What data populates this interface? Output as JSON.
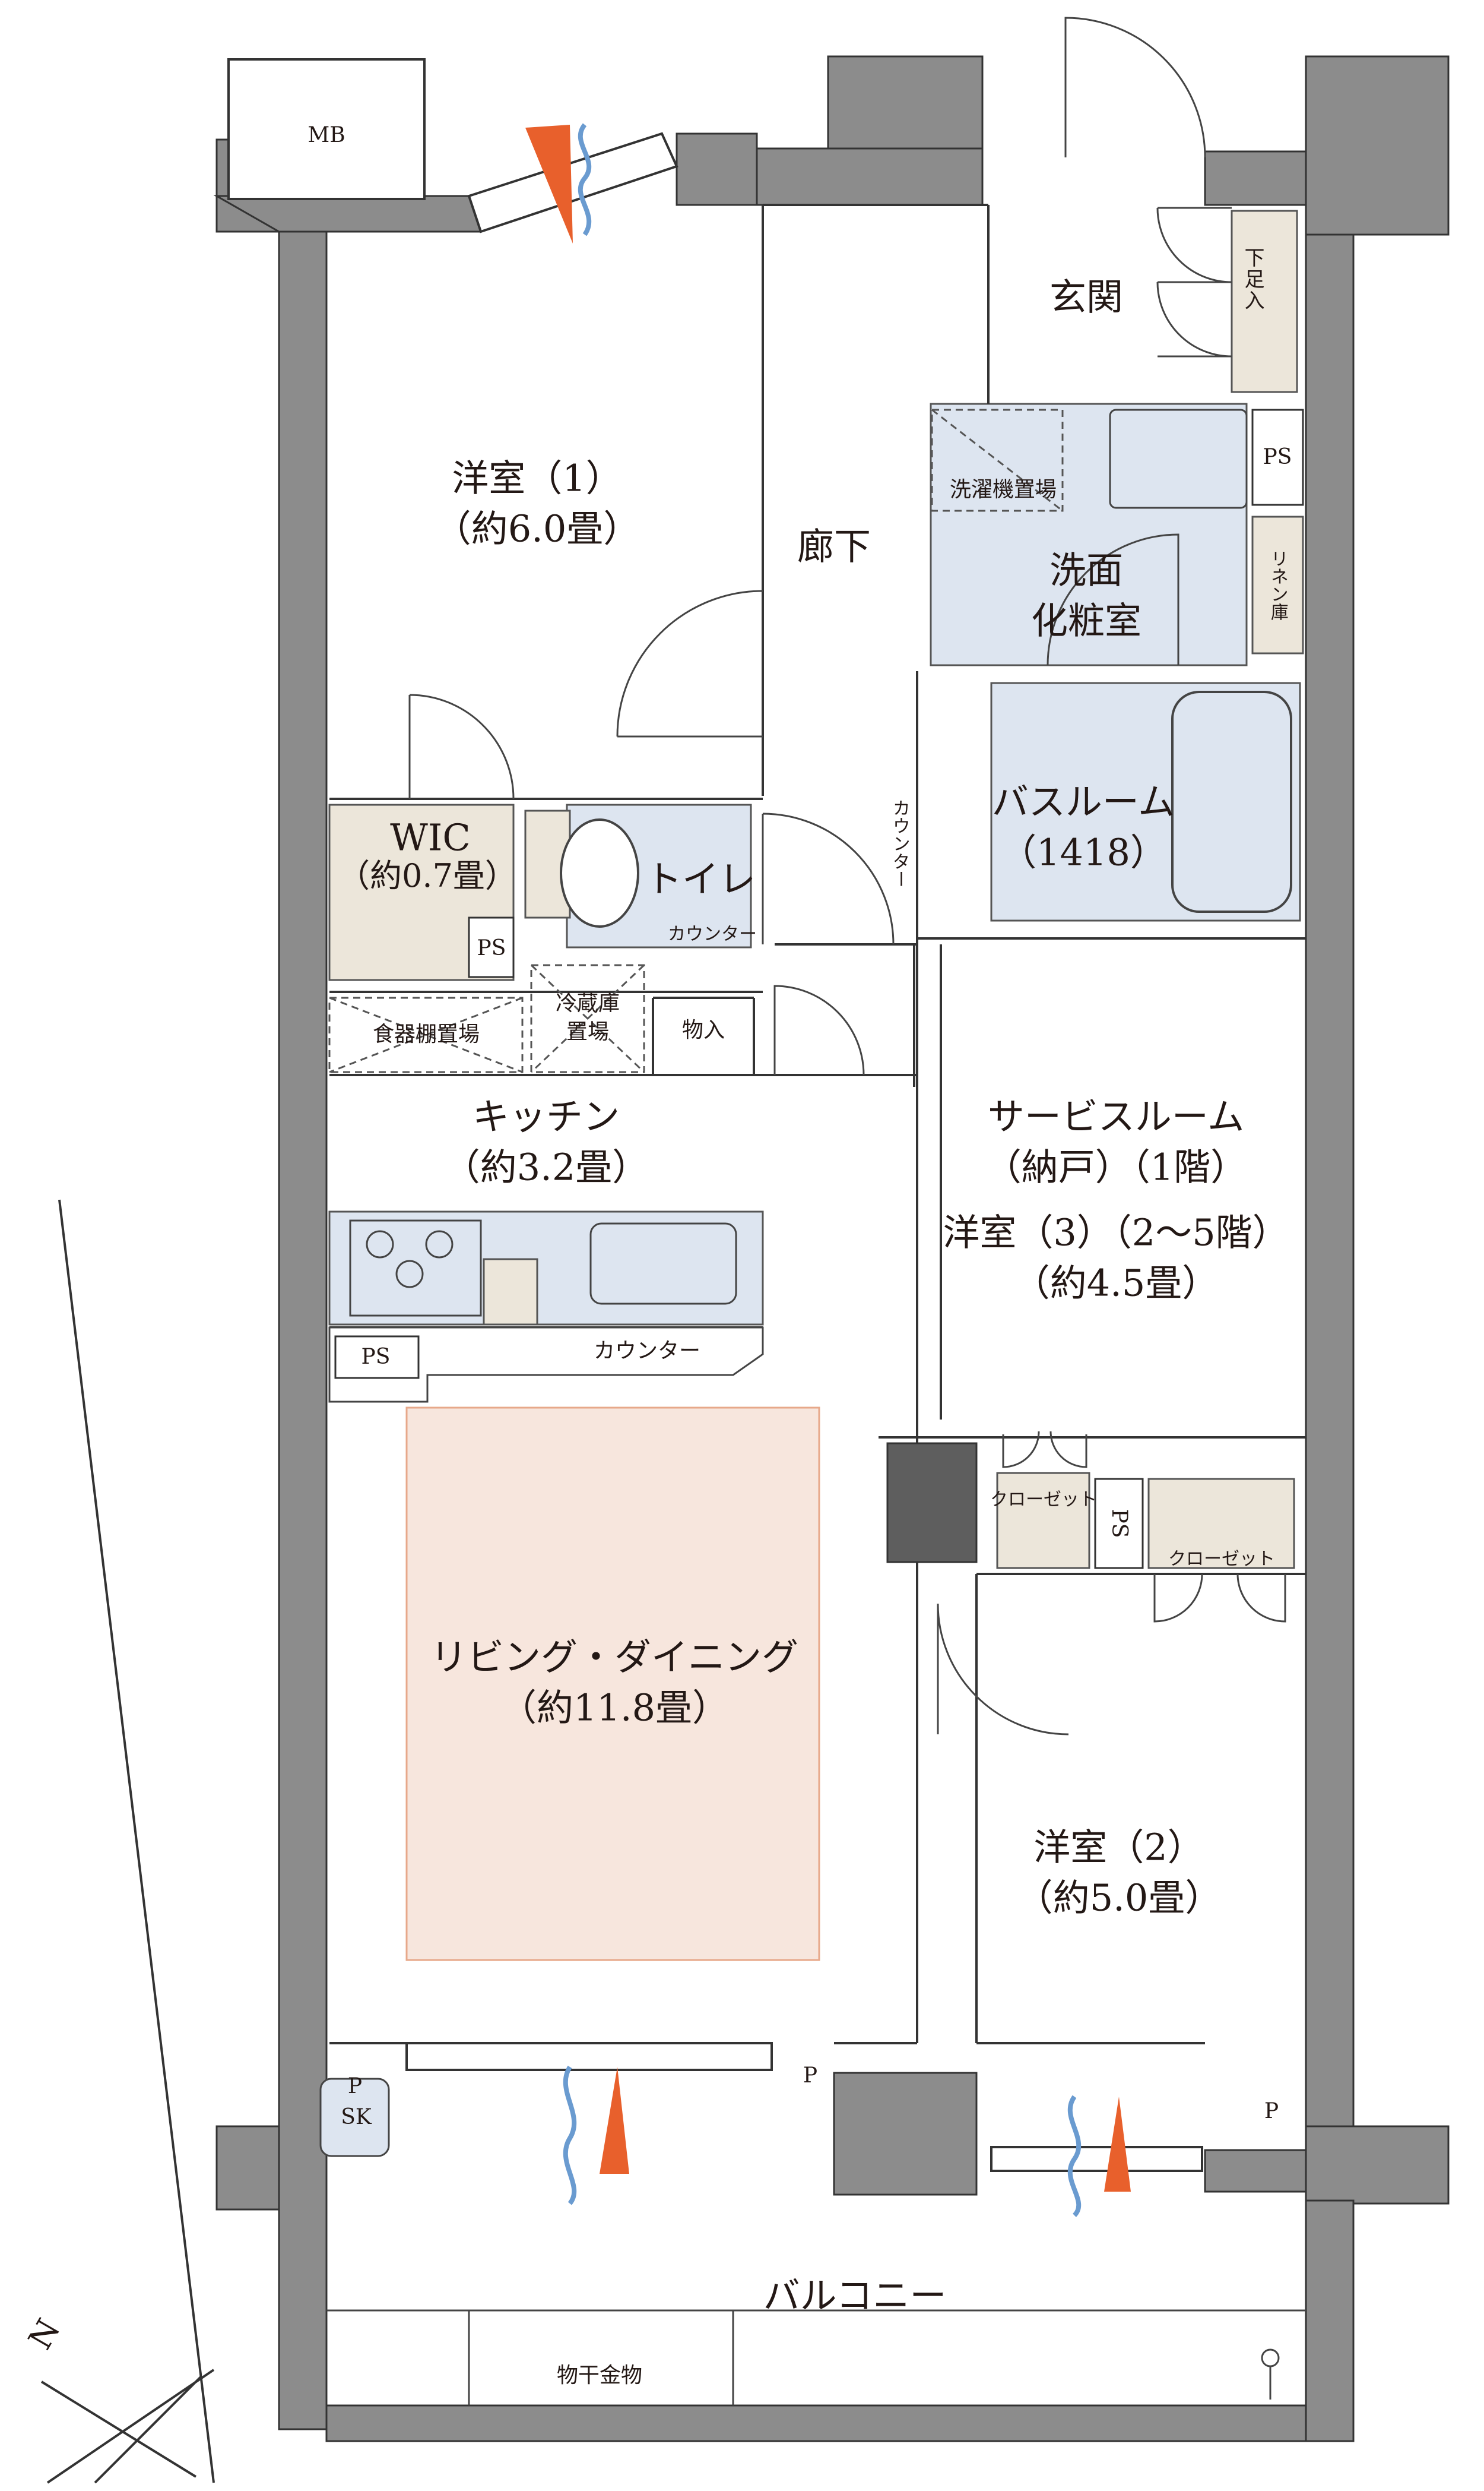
{
  "rooms": {
    "western1": {
      "name": "洋室（1）",
      "size": "（約6.0畳）"
    },
    "corridor": "廊下",
    "entrance": "玄関",
    "shoe_box": "下足入",
    "washroom": {
      "line1": "洗面",
      "line2": "化粧室"
    },
    "linen": "リネン庫",
    "washer_area": "洗濯機置場",
    "bathroom": {
      "name": "バスルーム",
      "size": "（1418）"
    },
    "wic": {
      "name": "WIC",
      "size": "（約0.7畳）"
    },
    "toilet": "トイレ",
    "toilet_counter": "カウンター",
    "corridor_counter": "カウンター",
    "storage": "物入",
    "dish_shelf": "食器棚置場",
    "fridge": {
      "line1": "冷蔵庫",
      "line2": "置場"
    },
    "kitchen": {
      "name": "キッチン",
      "size": "（約3.2畳）"
    },
    "kitchen_counter": "カウンター",
    "service_room": {
      "line1": "サービスルーム",
      "line2": "（納戸）（1階）",
      "line3": "洋室（3）（2〜5階）",
      "line4": "（約4.5畳）"
    },
    "closet1": "クローゼット",
    "closet2": "クローゼット",
    "living": {
      "name": "リビング・ダイニング",
      "size": "（約11.8畳）"
    },
    "western2": {
      "name": "洋室（2）",
      "size": "（約5.0畳）"
    },
    "balcony": "バルコニー",
    "drying_rack": "物干金物"
  },
  "marks": {
    "mb": "MB",
    "ps": "PS",
    "ps_vertical": "PS",
    "p": "P",
    "sk": "SK",
    "north": "N"
  },
  "colors": {
    "wall": "#8c8c8c",
    "wet_area": "#dde5f0",
    "storage": "#ece6da",
    "living_highlight": "#f7e6dd",
    "living_border": "#e7a88a",
    "wind_orange": "#e8602c",
    "wind_blue": "#6a9bd0"
  }
}
